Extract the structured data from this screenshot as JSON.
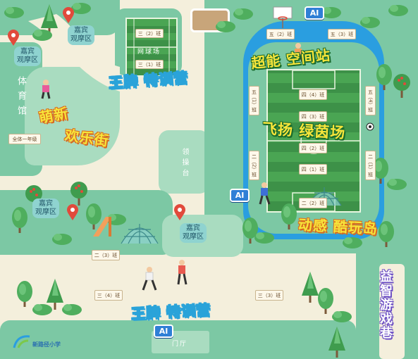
{
  "map": {
    "colors": {
      "road": "#f4efdc",
      "grass": "#7cc8a4",
      "lightgreen": "#a9dcc0",
      "dark_pitch": "#3d9148",
      "pitch_stripe": "#4aa553",
      "water": "#2a9ee0",
      "title_blue": "#2aa3d9",
      "title_yellow_text": "#f7e53b",
      "ai_blue": "#2f7fd6",
      "pin_red": "#e14a3b"
    },
    "titles": {
      "wangpai_top": "王牌 特训营",
      "wangpai_bottom": "王牌 特训营",
      "chaoneng": "超能 空间站",
      "feiyang": "飞扬 绿茵场",
      "mengxin_1": "萌新",
      "mengxin_2": "欢乐街",
      "donggan": "动感 酷玩岛",
      "yizhi": "益智游戏巷"
    },
    "places": {
      "tiyuguan": "体育馆",
      "lingcaotai": "领操台",
      "wangqiuchang": "网球场",
      "menting": "门厅",
      "school_name": "新路径小学"
    },
    "guest_areas": [
      "嘉宾\n观摩区",
      "嘉宾\n观摩区",
      "嘉宾\n观摩区",
      "嘉宾\n观摩区"
    ],
    "ai": [
      "AI",
      "AI",
      "AI"
    ],
    "class_labels": {
      "quanti": "全体一年级",
      "top_left_1": "三（2）班",
      "top_left_2": "三（1）班",
      "wu2": "五（2）班",
      "wu3": "五（3）班",
      "wu1": "五（1）班",
      "wu4": "五（4）班",
      "si4": "四（4）班",
      "si3": "四（3）班",
      "si2": "四（2）班",
      "si1": "四（1）班",
      "er1": "二（1）班",
      "er2_left": "二（2）班",
      "er2": "二（2）班",
      "er3": "二（3）班",
      "san4": "三（4）班",
      "san3": "三（3）班"
    },
    "icons": [
      "location-pin-icon",
      "basketball-hoop-icon",
      "soccer-ball-icon",
      "climbing-dome-icon",
      "slide-icon",
      "school-logo-icon"
    ]
  }
}
